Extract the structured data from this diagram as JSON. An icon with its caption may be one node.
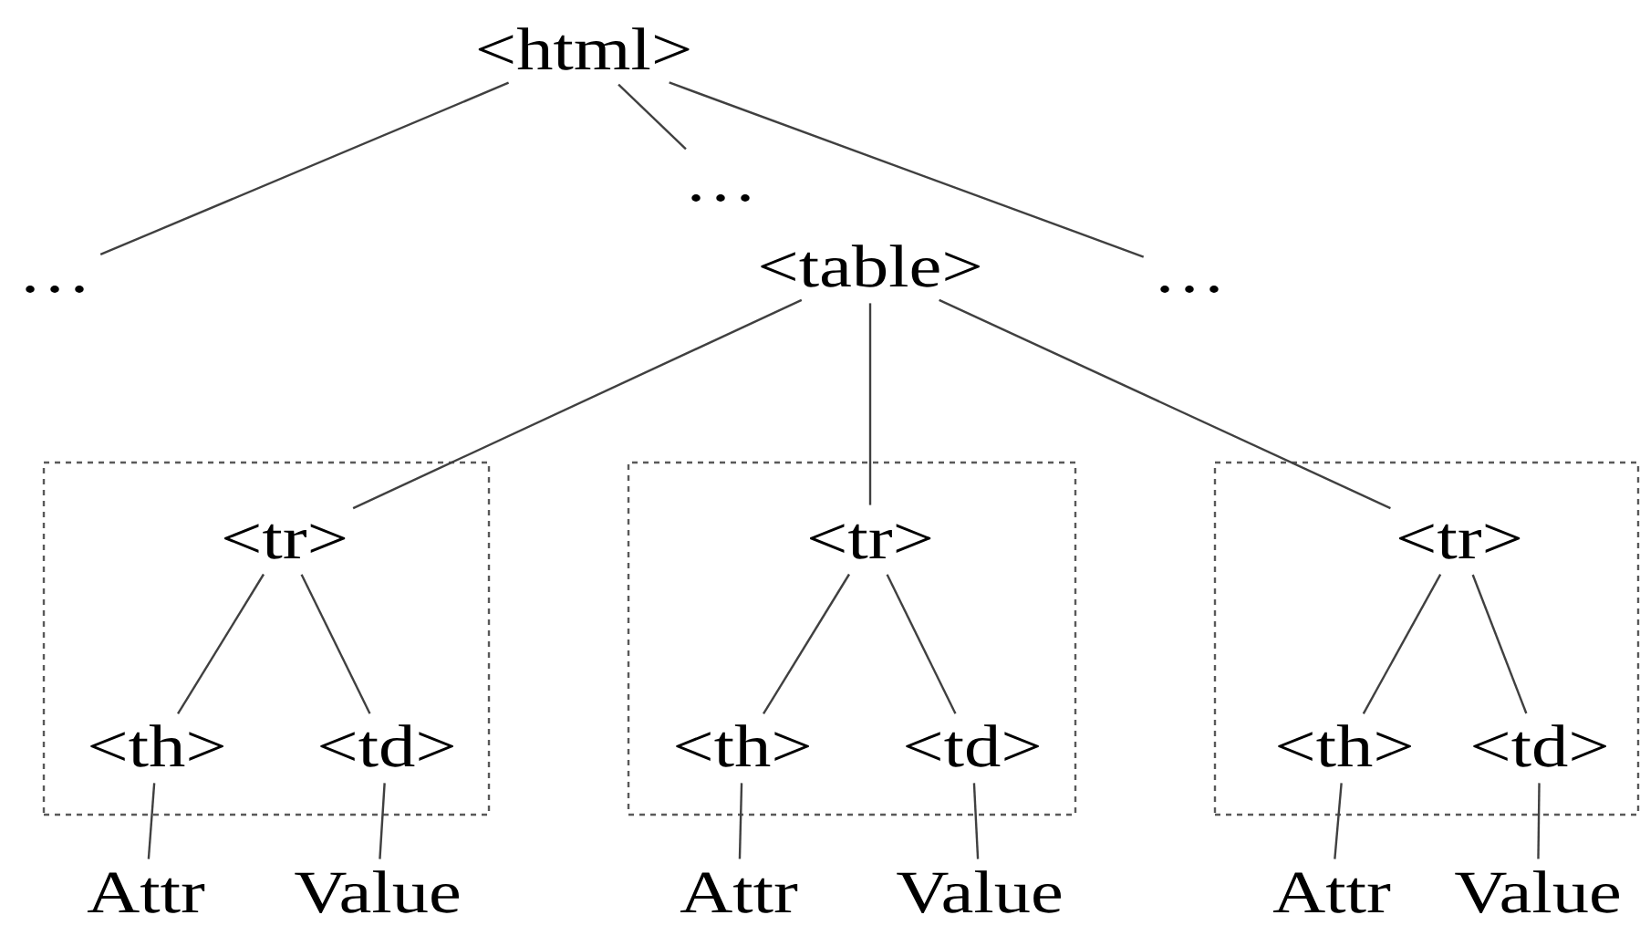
{
  "diagram": {
    "nodes": [
      {
        "text": [
          "<html>"
        ]
      },
      {
        "text": [
          "…"
        ]
      },
      {
        "text": [
          "…"
        ]
      },
      {
        "text": [
          "<table>"
        ]
      },
      {
        "text": [
          "…"
        ]
      },
      {
        "text": [],
        "shape": "box"
      },
      {
        "text": [
          "<tr>"
        ],
        "in": 5
      },
      {
        "text": [
          "<th>"
        ],
        "in": 5
      },
      {
        "text": [
          "<td>"
        ],
        "in": 5
      },
      {
        "text": [
          "Attr"
        ]
      },
      {
        "text": [
          "Value"
        ]
      },
      {
        "text": [],
        "shape": "box"
      },
      {
        "text": [
          "<tr>"
        ],
        "in": 11
      },
      {
        "text": [
          "<th>"
        ],
        "in": 11
      },
      {
        "text": [
          "<td>"
        ],
        "in": 11
      },
      {
        "text": [
          "Attr"
        ]
      },
      {
        "text": [
          "Value"
        ]
      },
      {
        "text": [],
        "shape": "box"
      },
      {
        "text": [
          "<tr>"
        ],
        "in": 17
      },
      {
        "text": [
          "<th>"
        ],
        "in": 17
      },
      {
        "text": [
          "<td>"
        ],
        "in": 17
      },
      {
        "text": [
          "Attr"
        ]
      },
      {
        "text": [
          "Value"
        ]
      }
    ],
    "edges": [
      {
        "from": 0,
        "to": 1,
        "arrow": "none"
      },
      {
        "from": 0,
        "to": 2,
        "arrow": "none"
      },
      {
        "from": 0,
        "to": 4,
        "arrow": "none"
      },
      {
        "from": 3,
        "to": 6,
        "arrow": "none"
      },
      {
        "from": 3,
        "to": 12,
        "arrow": "none"
      },
      {
        "from": 3,
        "to": 18,
        "arrow": "none"
      },
      {
        "from": 6,
        "to": 7,
        "arrow": "none"
      },
      {
        "from": 6,
        "to": 8,
        "arrow": "none"
      },
      {
        "from": 7,
        "to": 9,
        "arrow": "none"
      },
      {
        "from": 8,
        "to": 10,
        "arrow": "none"
      },
      {
        "from": 12,
        "to": 13,
        "arrow": "none"
      },
      {
        "from": 12,
        "to": 14,
        "arrow": "none"
      },
      {
        "from": 13,
        "to": 15,
        "arrow": "none"
      },
      {
        "from": 14,
        "to": 16,
        "arrow": "none"
      },
      {
        "from": 18,
        "to": 19,
        "arrow": "none"
      },
      {
        "from": 18,
        "to": 20,
        "arrow": "none"
      },
      {
        "from": 19,
        "to": 21,
        "arrow": "none"
      },
      {
        "from": 20,
        "to": 22,
        "arrow": "none"
      }
    ]
  }
}
